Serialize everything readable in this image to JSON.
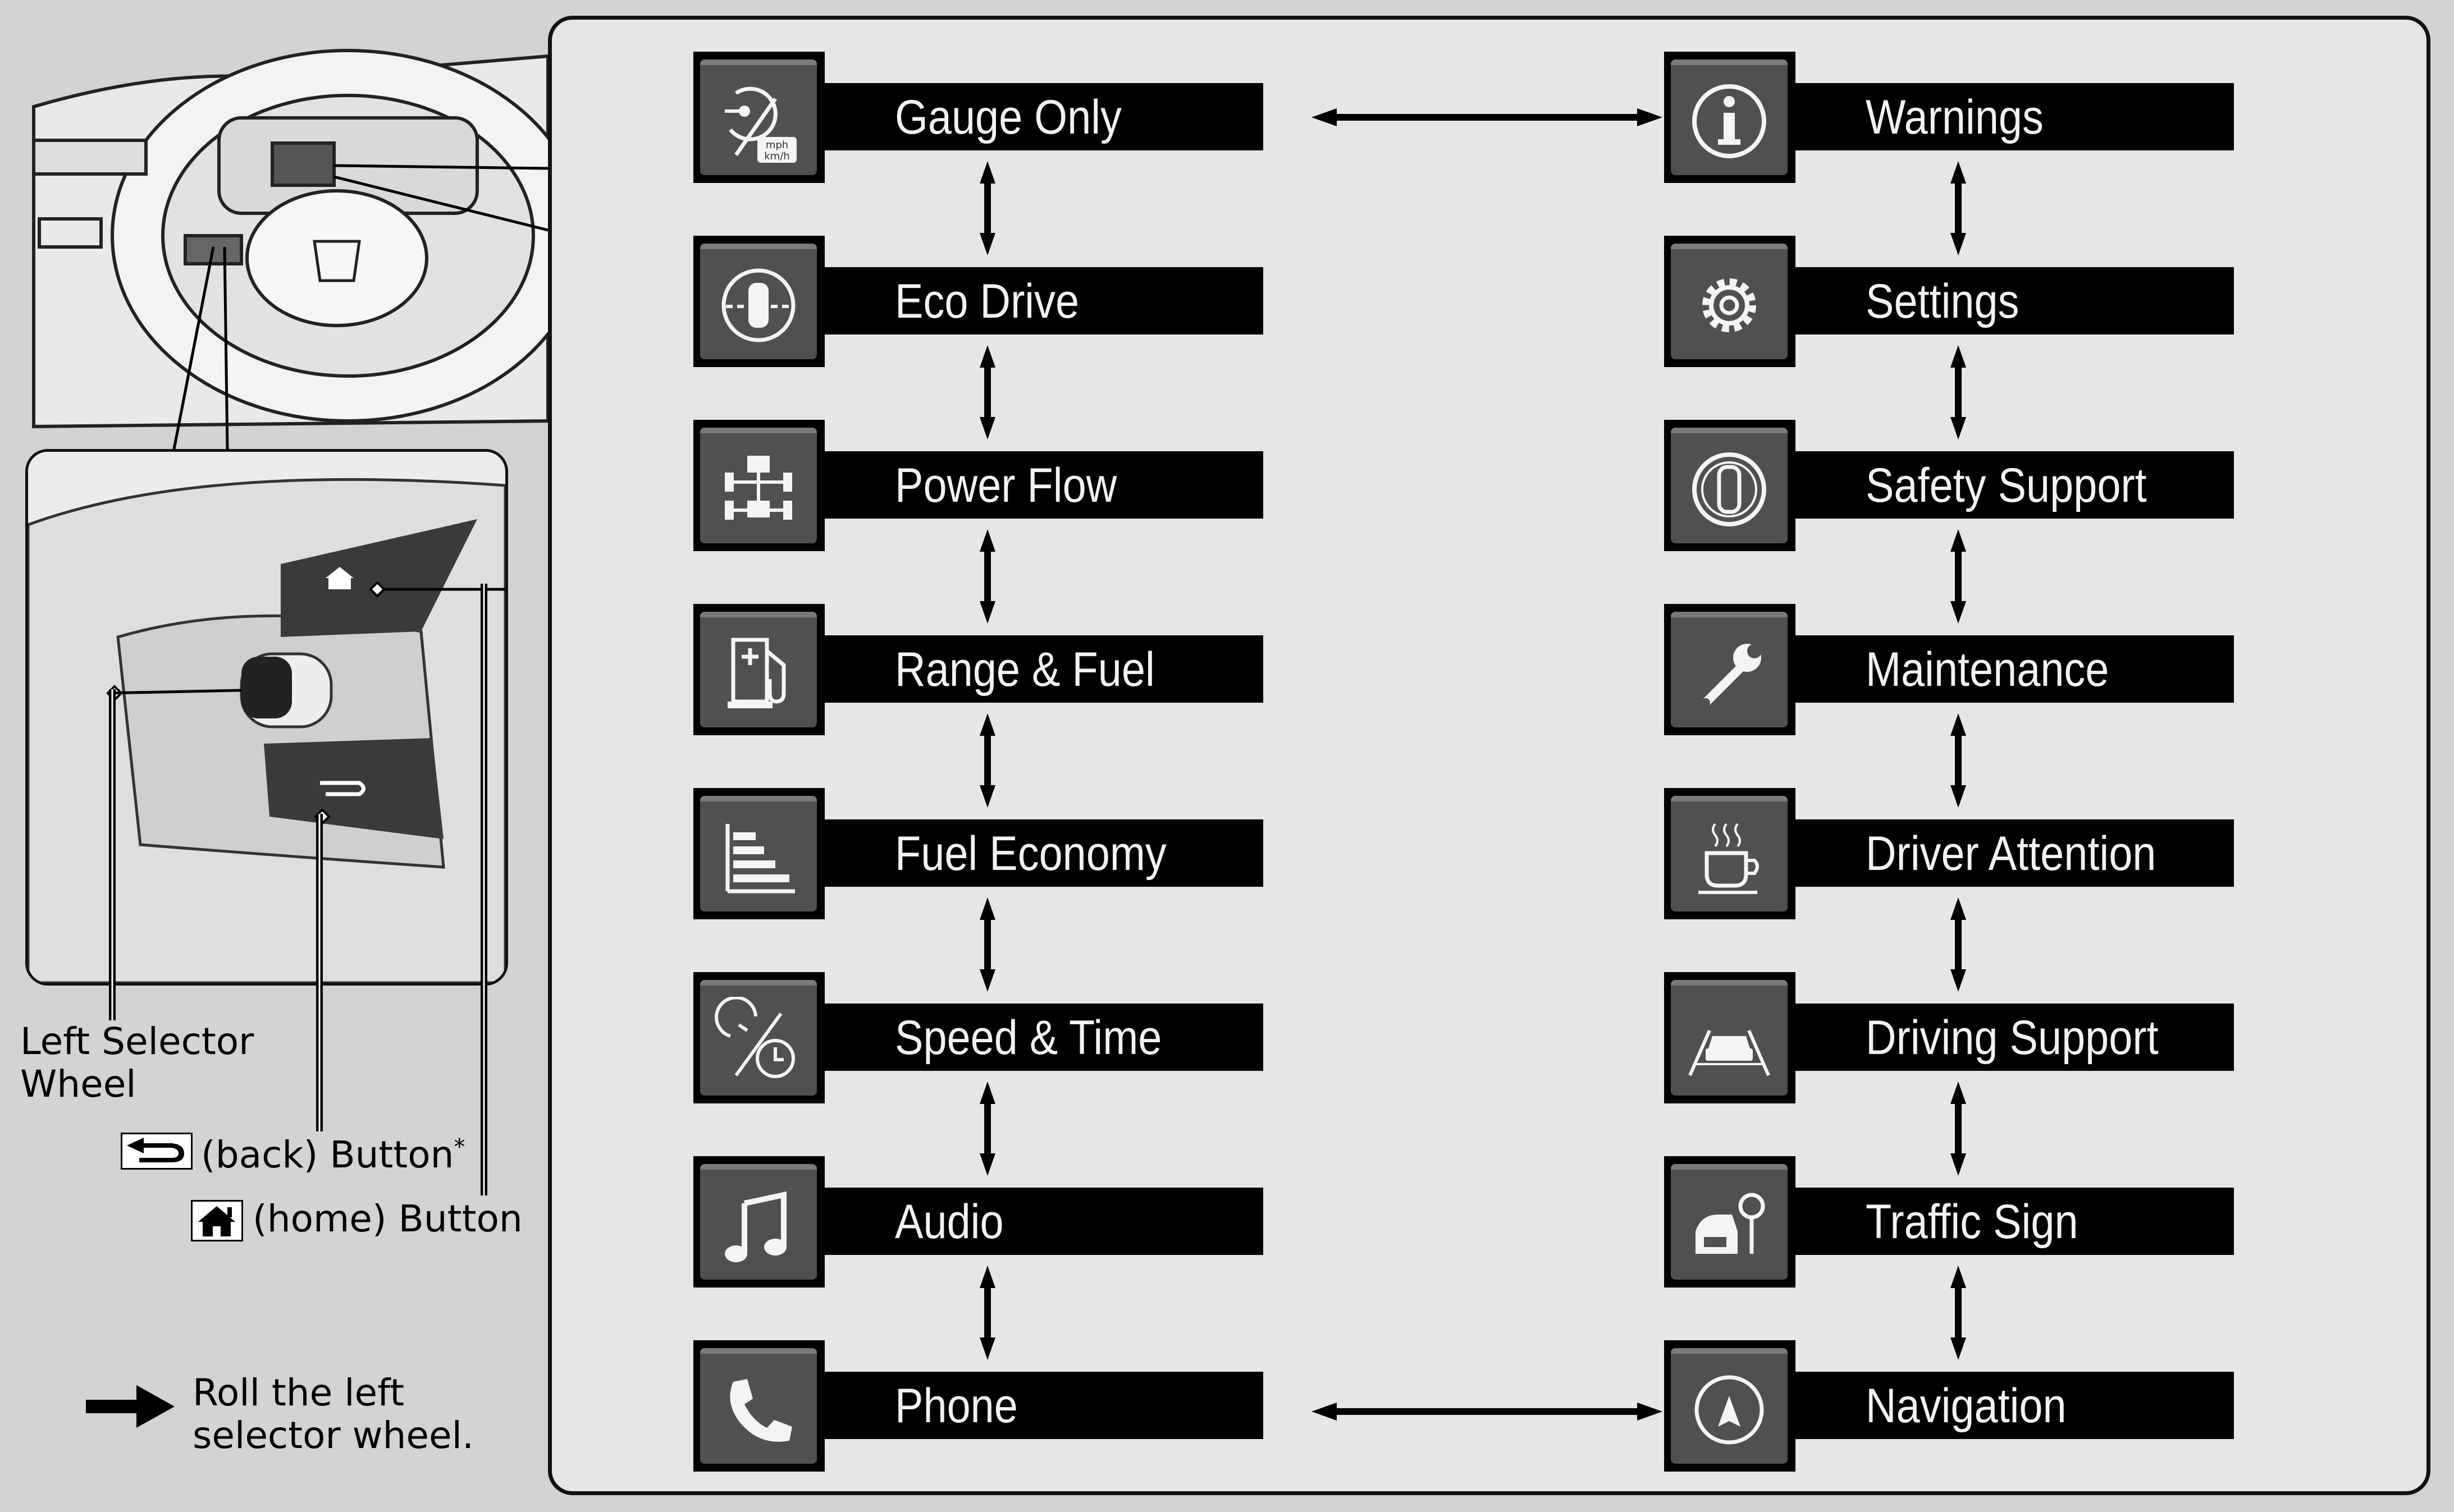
{
  "left_column": [
    {
      "label": "Gauge Only",
      "icon": "gauge-units-icon"
    },
    {
      "label": "Eco Drive",
      "icon": "eco-drive-icon"
    },
    {
      "label": "Power Flow",
      "icon": "power-flow-icon"
    },
    {
      "label": "Range & Fuel",
      "icon": "fuel-pump-icon"
    },
    {
      "label": "Fuel Economy",
      "icon": "bar-graph-icon"
    },
    {
      "label": "Speed & Time",
      "icon": "speed-time-icon"
    },
    {
      "label": "Audio",
      "icon": "music-note-icon"
    },
    {
      "label": "Phone",
      "icon": "phone-icon"
    }
  ],
  "right_column": [
    {
      "label": "Warnings",
      "icon": "info-icon"
    },
    {
      "label": "Settings",
      "icon": "gear-icon",
      "asterisk": "*"
    },
    {
      "label": "Safety Support",
      "icon": "safety-car-icon"
    },
    {
      "label": "Maintenance",
      "icon": "wrench-icon"
    },
    {
      "label": "Driver Attention",
      "icon": "coffee-cup-icon"
    },
    {
      "label": "Driving Support",
      "icon": "lane-car-icon"
    },
    {
      "label": "Traffic Sign",
      "icon": "traffic-sign-icon"
    },
    {
      "label": "Navigation",
      "icon": "compass-icon",
      "asterisk": "*"
    }
  ],
  "legend": {
    "selector_wheel": [
      "Left Selector",
      "Wheel"
    ],
    "back_button": "(back) Button",
    "back_asterisk": "*",
    "home_button": "(home) Button",
    "roll_text": [
      "Roll the left",
      "selector wheel."
    ]
  }
}
